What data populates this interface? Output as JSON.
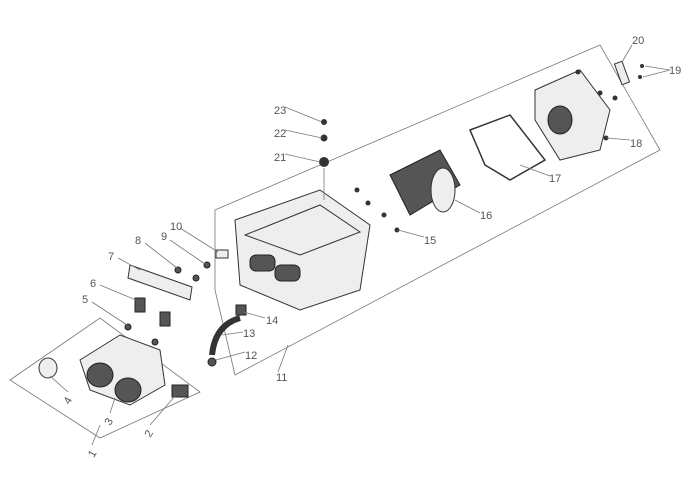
{
  "diagram": {
    "type": "exploded-parts-diagram",
    "callouts": [
      "1",
      "2",
      "3",
      "4",
      "5",
      "6",
      "7",
      "8",
      "9",
      "10",
      "11",
      "12",
      "13",
      "14",
      "15",
      "16",
      "17",
      "18",
      "19",
      "20",
      "21",
      "22",
      "23"
    ]
  }
}
